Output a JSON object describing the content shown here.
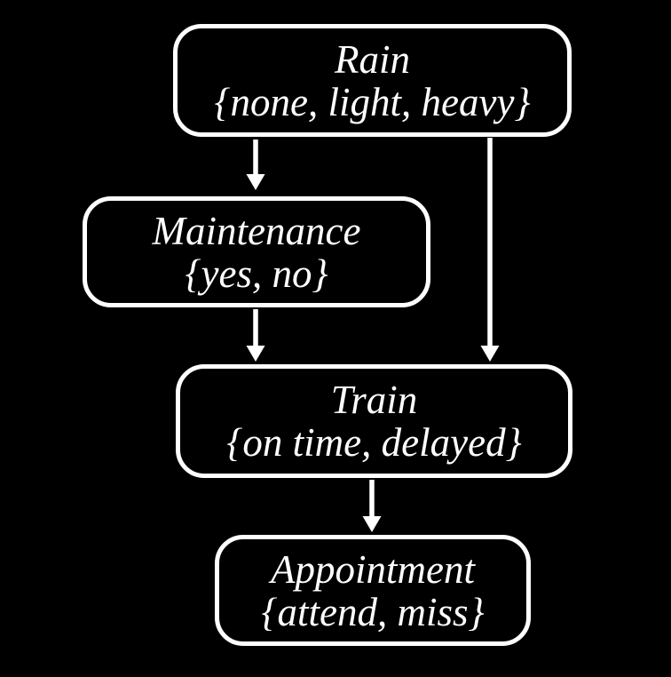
{
  "diagram": {
    "type": "bayesian-network",
    "background_color": "#000000",
    "node_border_color": "#ffffff",
    "text_color": "#ffffff",
    "arrow_color": "#ffffff",
    "nodes": {
      "rain": {
        "name": "Rain",
        "states": "{none, light, heavy}"
      },
      "maintenance": {
        "name": "Maintenance",
        "states": "{yes, no}"
      },
      "train": {
        "name": "Train",
        "states": "{on time, delayed}"
      },
      "appointment": {
        "name": "Appointment",
        "states": "{attend, miss}"
      }
    },
    "edges": [
      {
        "from": "Rain",
        "to": "Maintenance"
      },
      {
        "from": "Rain",
        "to": "Train"
      },
      {
        "from": "Maintenance",
        "to": "Train"
      },
      {
        "from": "Train",
        "to": "Appointment"
      }
    ]
  }
}
